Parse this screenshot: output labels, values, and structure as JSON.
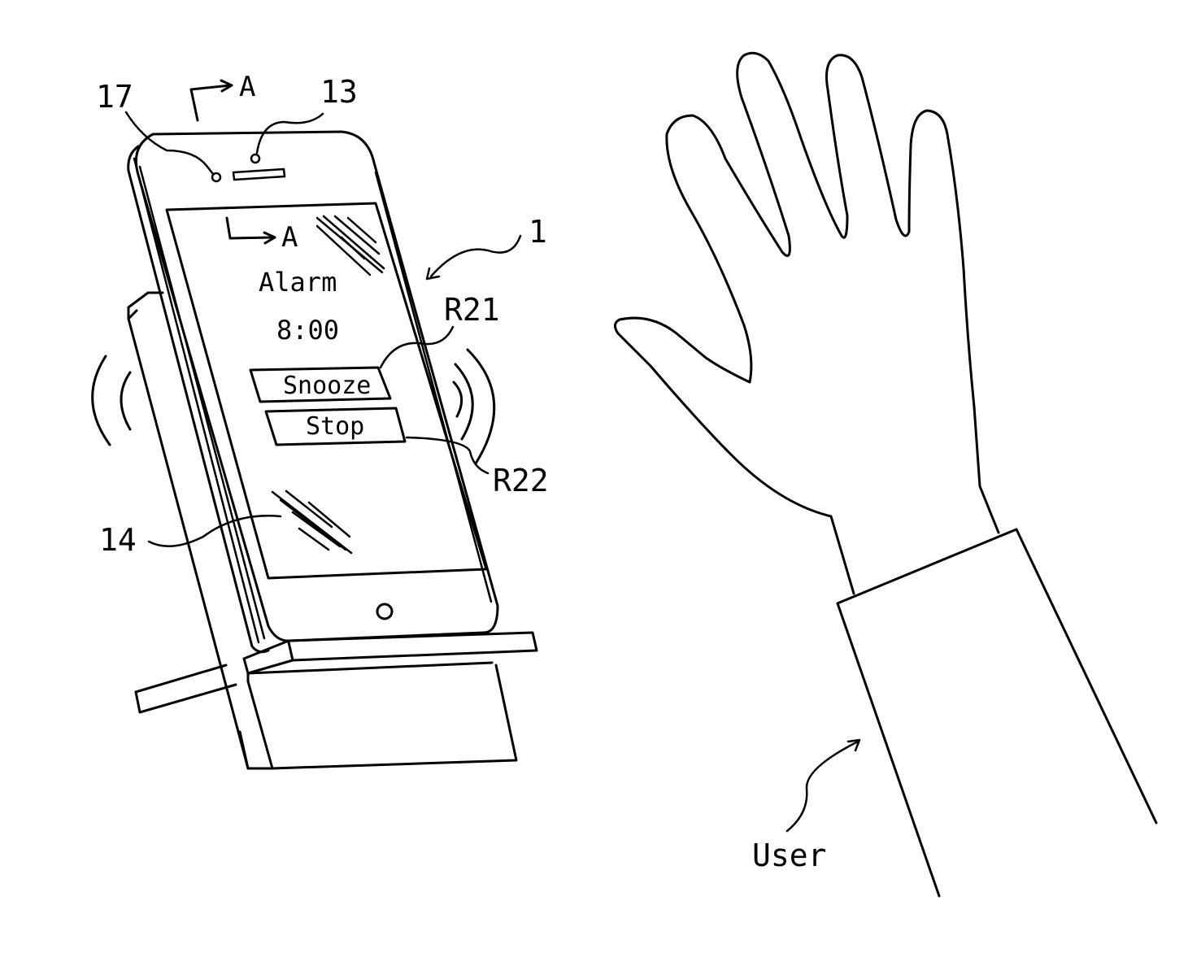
{
  "labels": {
    "ref_17": "17",
    "ref_13": "13",
    "section_a_top": "A",
    "section_a_screen": "A",
    "ref_1": "1",
    "ref_r21": "R21",
    "ref_r22": "R22",
    "ref_14": "14",
    "user": "User"
  },
  "screen": {
    "alarm_title": "Alarm",
    "alarm_time": "8:00",
    "snooze_button": "Snooze",
    "stop_button": "Stop"
  }
}
